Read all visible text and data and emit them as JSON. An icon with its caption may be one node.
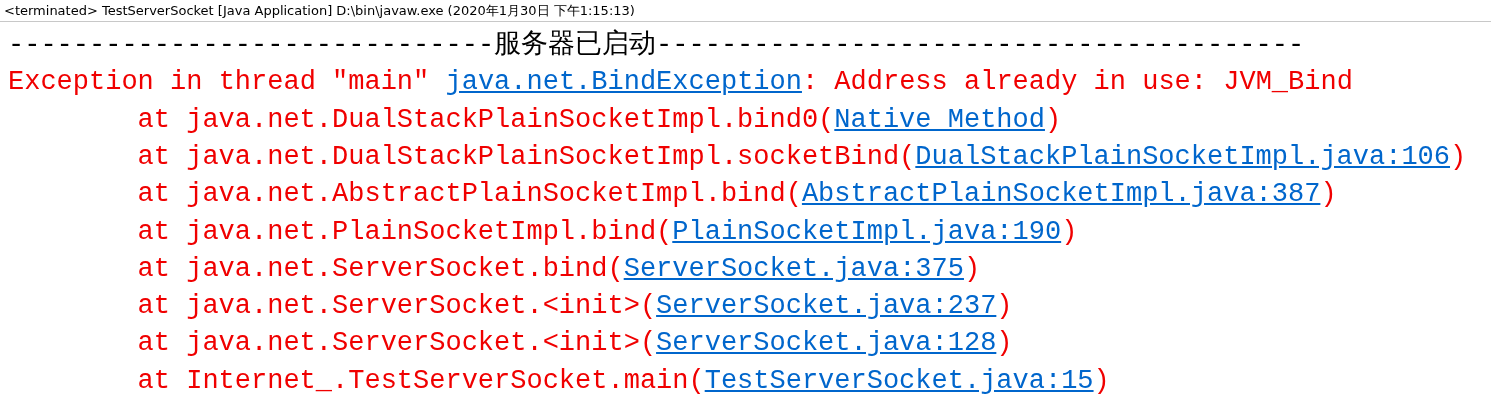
{
  "diagram": {
    "labels": [
      "<terminated> TestServerSocket [Java Application] D:\\bin\\javaw.exe (2020年1月30日 下午1:15:13)",
      "------------------------------服务器已启动----------------------------------------",
      "Exception in thread \"main\" ",
      "java.net.BindException",
      ": Address already in use: JVM_Bind",
      "at java.net.DualStackPlainSocketImpl.bind0(",
      "Native Method",
      ")",
      "at java.net.DualStackPlainSocketImpl.socketBind(",
      "DualStackPlainSocketImpl.java:106",
      ")",
      "at java.net.AbstractPlainSocketImpl.bind(",
      "AbstractPlainSocketImpl.java:387",
      ")",
      "at java.net.PlainSocketImpl.bind(",
      "PlainSocketImpl.java:190",
      ")",
      "at java.net.ServerSocket.bind(",
      "ServerSocket.java:375",
      ")",
      "at java.net.ServerSocket.<init>(",
      "ServerSocket.java:237",
      ")",
      "at java.net.ServerSocket.<init>(",
      "ServerSocket.java:128",
      ")",
      "at Internet_.TestServerSocket.main(",
      "TestServerSocket.java:15",
      ")"
    ]
  }
}
